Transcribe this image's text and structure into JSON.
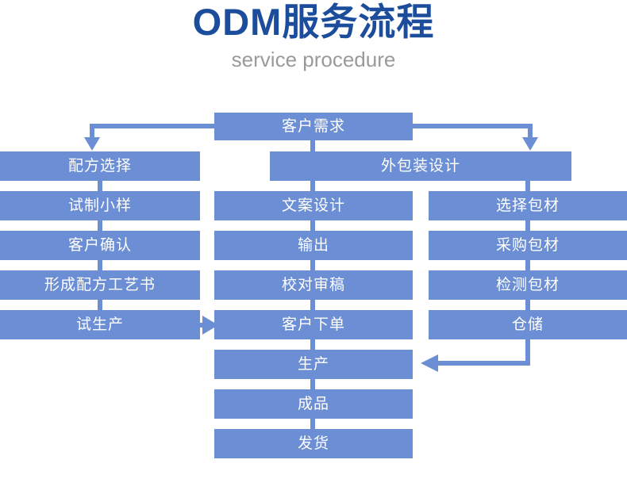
{
  "header": {
    "title": "ODM服务流程",
    "subtitle": "service procedure"
  },
  "colors": {
    "title": "#1c4d9c",
    "subtitle": "#9a9a9a",
    "node_fill": "#6b8ed4",
    "node_text": "#ffffff",
    "connector": "#6b8ed4",
    "background": "#ffffff"
  },
  "flow": {
    "start": {
      "label": "客户需求"
    },
    "columns": [
      {
        "name": "formula-column",
        "header": null,
        "items": [
          {
            "label": "配方选择"
          },
          {
            "label": "试制小样"
          },
          {
            "label": "客户确认"
          },
          {
            "label": "形成配方工艺书"
          },
          {
            "label": "试生产"
          }
        ]
      },
      {
        "name": "copy-column",
        "header": null,
        "items": [
          {
            "label": "文案设计"
          },
          {
            "label": "输出"
          },
          {
            "label": "校对审稿"
          },
          {
            "label": "客户下单"
          }
        ]
      },
      {
        "name": "packaging-column",
        "header": {
          "label": "外包装设计"
        },
        "items": [
          {
            "label": "选择包材"
          },
          {
            "label": "采购包材"
          },
          {
            "label": "检测包材"
          },
          {
            "label": "仓储"
          }
        ]
      }
    ],
    "tail": [
      {
        "label": "生产"
      },
      {
        "label": "成品"
      },
      {
        "label": "发货"
      }
    ]
  }
}
